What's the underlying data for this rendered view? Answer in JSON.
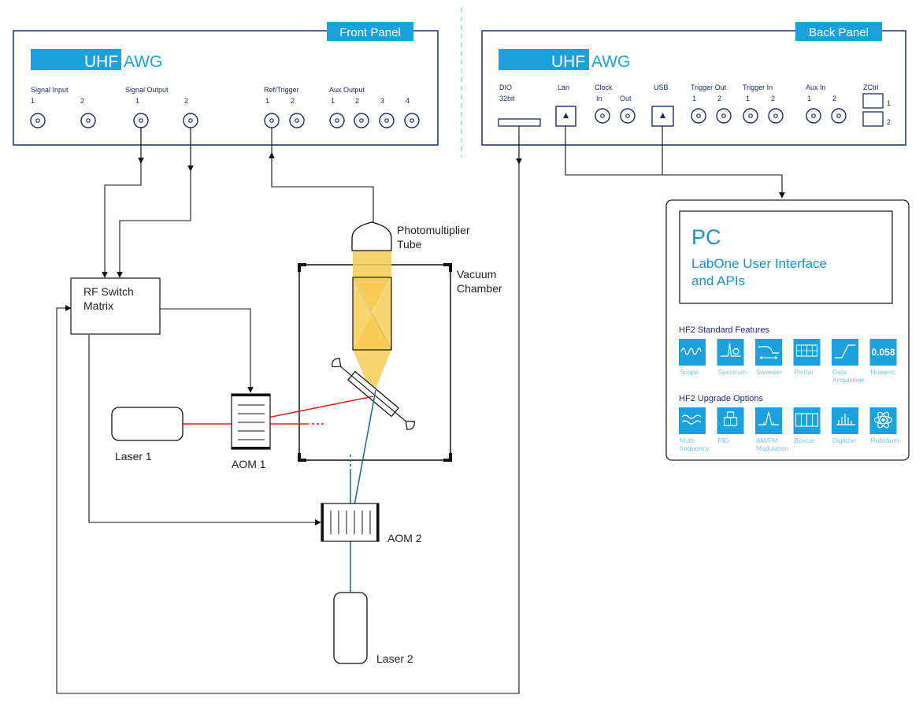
{
  "colors": {
    "accent": "#1ba1dc",
    "panel_outline": "#1b2a6b",
    "laser_red": "#e0251b",
    "beam_blue": "#1f6f9a",
    "fluorescence_yellow": "#f7cd55"
  },
  "front_panel": {
    "tab_label": "Front Panel",
    "logo_uhf": "UHF",
    "logo_awg": "AWG",
    "groups": [
      {
        "label": "Signal Input",
        "ports": [
          "1",
          "2"
        ]
      },
      {
        "label": "Signal Output",
        "ports": [
          "1",
          "2"
        ]
      },
      {
        "label": "Ref/Trigger",
        "ports": [
          "1",
          "2"
        ]
      },
      {
        "label": "Aux Output",
        "ports": [
          "1",
          "2",
          "3",
          "4"
        ]
      }
    ]
  },
  "back_panel": {
    "tab_label": "Back Panel",
    "logo_uhf": "UHF",
    "logo_awg": "AWG",
    "dio_label": "DIO",
    "dio_sub": "32bit",
    "lan_label": "Lan",
    "clock_label": "Clock",
    "clock_ports": [
      "In",
      "Out"
    ],
    "usb_label": "USB",
    "trigger_out_label": "Trigger Out",
    "trigger_out_ports": [
      "1",
      "2"
    ],
    "trigger_in_label": "Trigger In",
    "trigger_in_ports": [
      "1",
      "2"
    ],
    "aux_in_label": "Aux In",
    "aux_in_ports": [
      "1",
      "2"
    ],
    "zctrl_label": "ZCtrl",
    "zctrl_ports": [
      "1",
      "2"
    ]
  },
  "pc": {
    "title": "PC",
    "subtitle_line1": "LabOne User Interface",
    "subtitle_line2": "and APIs",
    "standard_heading": "HF2 Standard Features",
    "standard_features": [
      {
        "icon": "scope-icon",
        "label_lines": [
          "Scope"
        ]
      },
      {
        "icon": "spectrum-icon",
        "label_lines": [
          "Spectrum"
        ]
      },
      {
        "icon": "sweeper-icon",
        "label_lines": [
          "Sweeper"
        ]
      },
      {
        "icon": "plotter-icon",
        "label_lines": [
          "Plotter"
        ]
      },
      {
        "icon": "data-acquisition-icon",
        "label_lines": [
          "Data",
          "Acquisition"
        ]
      },
      {
        "icon": "numeric-icon",
        "label_lines": [
          "Numeric"
        ],
        "icon_text": "0.058"
      }
    ],
    "upgrade_heading": "HF2 Upgrade Options",
    "upgrade_options": [
      {
        "icon": "multi-frequency-icon",
        "label_lines": [
          "Multi-",
          "frequency"
        ]
      },
      {
        "icon": "pid-icon",
        "label_lines": [
          "PID"
        ]
      },
      {
        "icon": "am-fm-modulation-icon",
        "label_lines": [
          "AM/FM",
          "Modulation"
        ]
      },
      {
        "icon": "boxcar-icon",
        "label_lines": [
          "Boxcar"
        ]
      },
      {
        "icon": "digitizer-icon",
        "label_lines": [
          "Digitizer"
        ]
      },
      {
        "icon": "rubidium-icon",
        "label_lines": [
          "Rubidium"
        ]
      }
    ]
  },
  "setup": {
    "rf_switch_line1": "RF Switch",
    "rf_switch_line2": "Matrix",
    "pmt_line1": "Photomultiplier",
    "pmt_line2": "Tube",
    "vacuum_line1": "Vacuum",
    "vacuum_line2": "Chamber",
    "laser1": "Laser 1",
    "laser2": "Laser 2",
    "aom1": "AOM 1",
    "aom2": "AOM 2"
  }
}
